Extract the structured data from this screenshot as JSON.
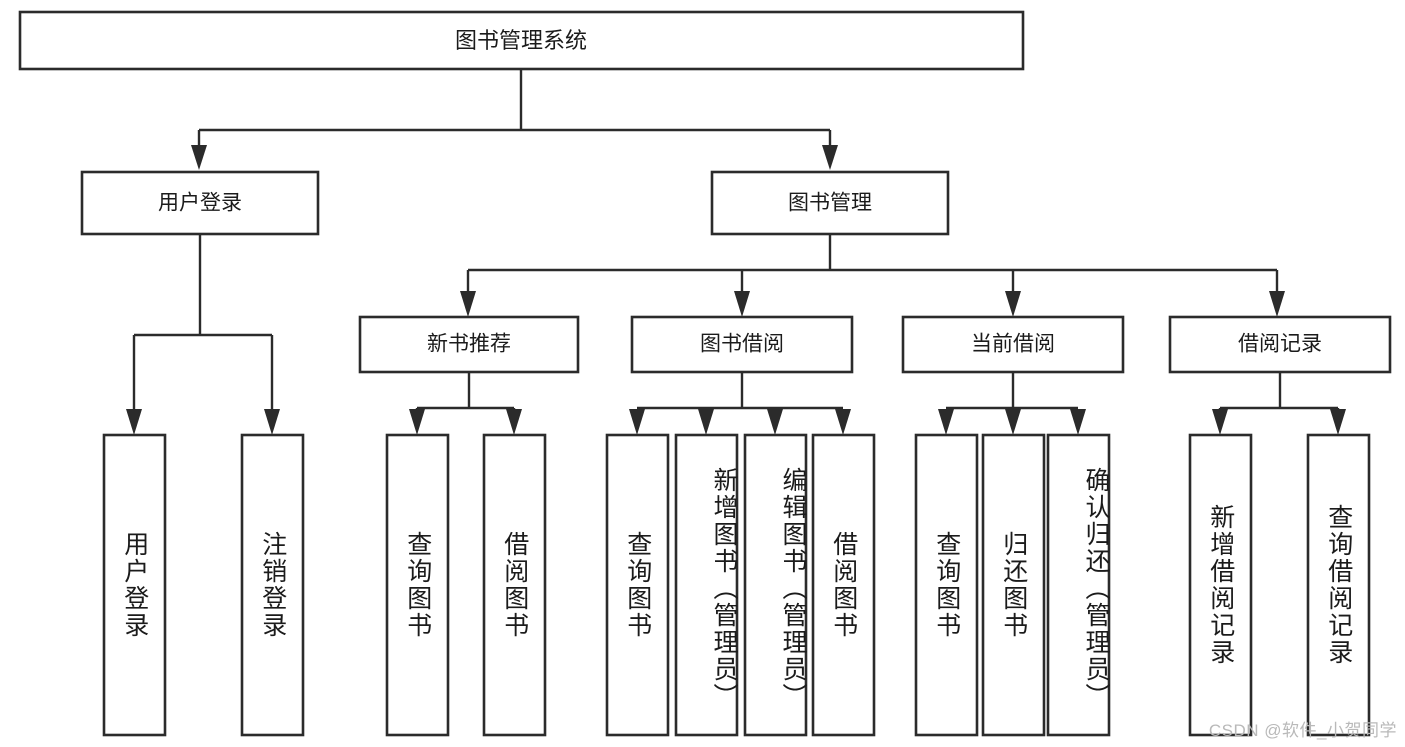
{
  "diagram": {
    "type": "tree-hierarchy",
    "title": "图书管理系统",
    "watermark": "CSDN @软件_小贺同学",
    "colors": {
      "stroke": "#2b2b2b",
      "fill": "#ffffff",
      "text": "#1b1b1b",
      "watermark": "#b9b9b9",
      "background": "#ffffff"
    },
    "root": {
      "label": "图书管理系统"
    },
    "level2": [
      {
        "label": "用户登录"
      },
      {
        "label": "图书管理"
      }
    ],
    "level3": [
      {
        "label": "新书推荐"
      },
      {
        "label": "图书借阅"
      },
      {
        "label": "当前借阅"
      },
      {
        "label": "借阅记录"
      }
    ],
    "leaves": {
      "user_login": [
        {
          "label": "用户登录"
        },
        {
          "label": "注销登录"
        }
      ],
      "new_book_recommend": [
        {
          "label": "查询图书"
        },
        {
          "label": "借阅图书"
        }
      ],
      "book_borrow": [
        {
          "label": "查询图书"
        },
        {
          "label": "新增图书（管理员）"
        },
        {
          "label": "编辑图书（管理员）"
        },
        {
          "label": "借阅图书"
        }
      ],
      "current_borrow": [
        {
          "label": "查询图书"
        },
        {
          "label": "归还图书"
        },
        {
          "label": "确认归还（管理员）"
        }
      ],
      "borrow_record": [
        {
          "label": "新增借阅记录"
        },
        {
          "label": "查询借阅记录"
        }
      ]
    }
  }
}
